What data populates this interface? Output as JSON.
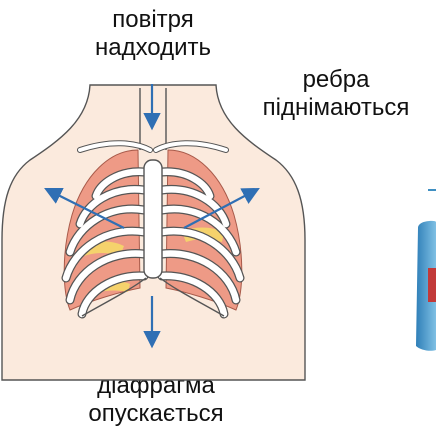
{
  "labels": {
    "air_inflow": [
      "повітря",
      "надходить"
    ],
    "ribs_rise": [
      "ребра",
      "піднімаються"
    ],
    "diaphragm_lowers": [
      "діафрагма",
      "опускається"
    ]
  },
  "colors": {
    "body_fill": "#fbeadd",
    "outline": "#555555",
    "bone": "#ffffff",
    "lung": "#ee9a86",
    "highlight": "#f5d26c",
    "arrow": "#2f6fb4",
    "device": "#3f8fc2"
  },
  "icons": [
    "arrow-down-icon",
    "arrow-up-left-icon",
    "arrow-up-right-icon"
  ]
}
